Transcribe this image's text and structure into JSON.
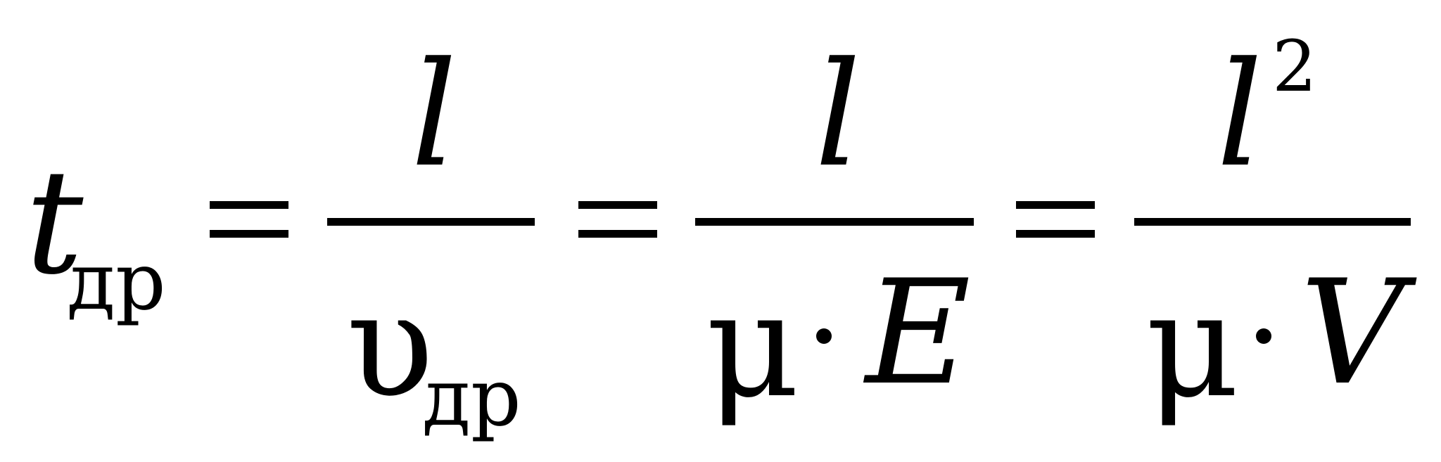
{
  "formula": {
    "lhs": {
      "symbol": "t",
      "subscript": "др"
    },
    "fraction1": {
      "numerator": "l",
      "denominator": "υ",
      "denominator_subscript": "др"
    },
    "fraction2": {
      "numerator": "l",
      "denominator_left": "μ",
      "denominator_right": "E"
    },
    "fraction3": {
      "numerator": "l",
      "numerator_superscript": "2",
      "denominator_left": "μ",
      "denominator_right": "V"
    }
  }
}
